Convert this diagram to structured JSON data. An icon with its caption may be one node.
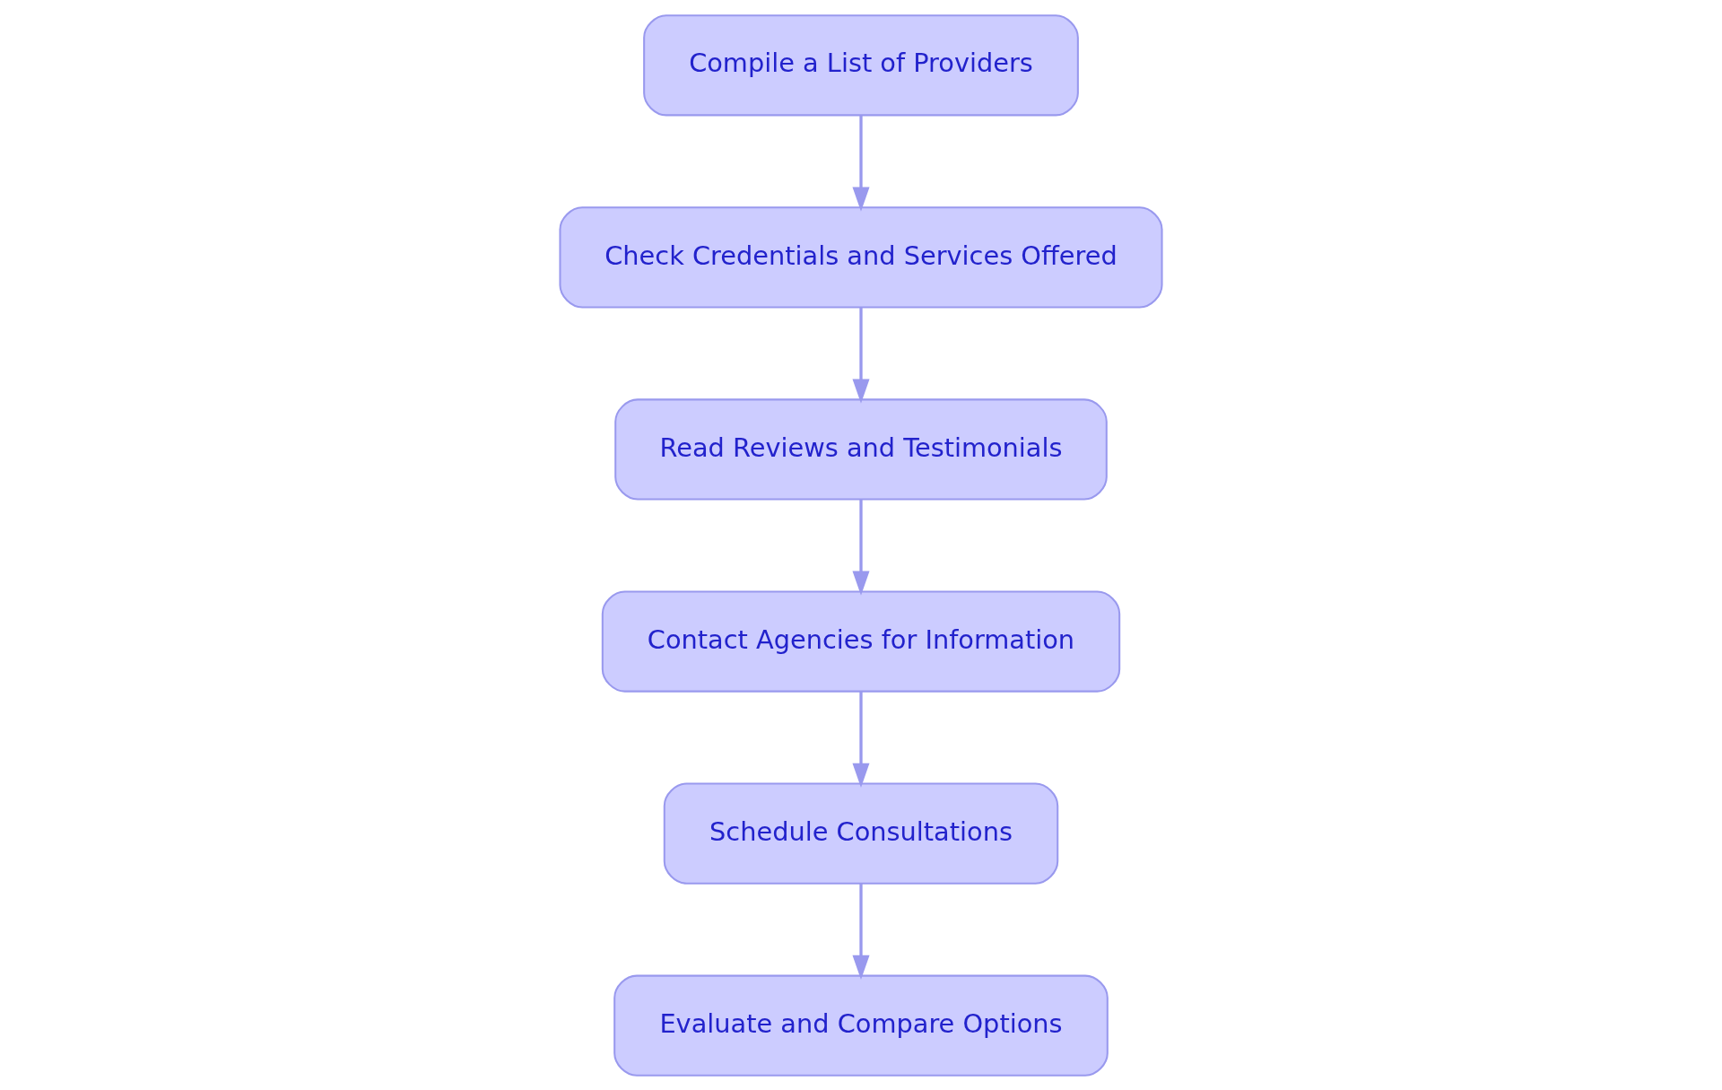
{
  "diagram": {
    "nodes": [
      {
        "text": [
          "Compile a List of Providers"
        ]
      },
      {
        "text": [
          "Check Credentials and Services Offered"
        ]
      },
      {
        "text": [
          "Read Reviews and Testimonials"
        ]
      },
      {
        "text": [
          "Contact Agencies for Information"
        ]
      },
      {
        "text": [
          "Schedule Consultations"
        ]
      },
      {
        "text": [
          "Evaluate and Compare Options"
        ]
      }
    ],
    "edges": [
      {
        "from": 0,
        "to": 1,
        "arrow": "to"
      },
      {
        "from": 1,
        "to": 2,
        "arrow": "to"
      },
      {
        "from": 2,
        "to": 3,
        "arrow": "to"
      },
      {
        "from": 3,
        "to": 4,
        "arrow": "to"
      },
      {
        "from": 4,
        "to": 5,
        "arrow": "to"
      }
    ]
  }
}
